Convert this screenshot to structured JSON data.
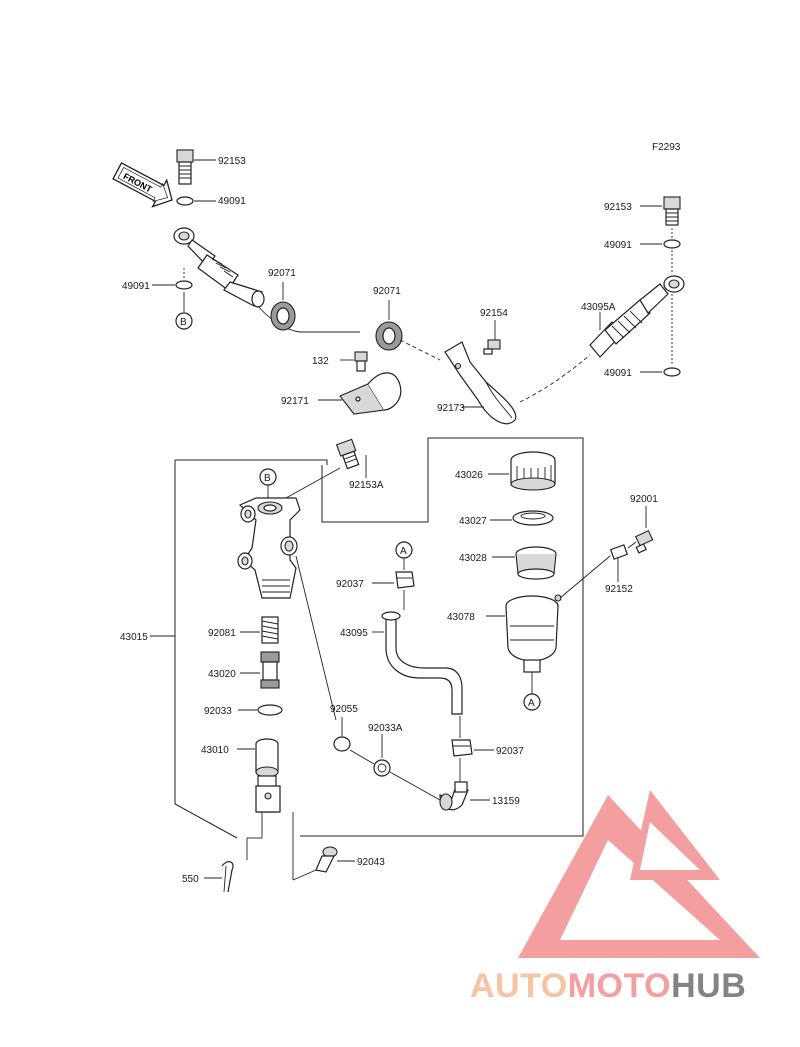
{
  "figure_code": "F2293",
  "front_label": "FRONT",
  "parts": [
    {
      "id": "p92153a",
      "label": "92153"
    },
    {
      "id": "p49091a",
      "label": "49091"
    },
    {
      "id": "p49091b",
      "label": "49091"
    },
    {
      "id": "p92071a",
      "label": "92071"
    },
    {
      "id": "p92071b",
      "label": "92071"
    },
    {
      "id": "p92154",
      "label": "92154"
    },
    {
      "id": "p43095A",
      "label": "43095A"
    },
    {
      "id": "p92153b",
      "label": "92153"
    },
    {
      "id": "p49091c",
      "label": "49091"
    },
    {
      "id": "p49091d",
      "label": "49091"
    },
    {
      "id": "p132",
      "label": "132"
    },
    {
      "id": "p92171",
      "label": "92171"
    },
    {
      "id": "p92173",
      "label": "92173"
    },
    {
      "id": "p92153A",
      "label": "92153A"
    },
    {
      "id": "p43026",
      "label": "43026"
    },
    {
      "id": "p43027",
      "label": "43027"
    },
    {
      "id": "p43028",
      "label": "43028"
    },
    {
      "id": "p92001",
      "label": "92001"
    },
    {
      "id": "p92152",
      "label": "92152"
    },
    {
      "id": "p43078",
      "label": "43078"
    },
    {
      "id": "p92037a",
      "label": "92037"
    },
    {
      "id": "p43095",
      "label": "43095"
    },
    {
      "id": "p43015",
      "label": "43015"
    },
    {
      "id": "p92081",
      "label": "92081"
    },
    {
      "id": "p43020",
      "label": "43020"
    },
    {
      "id": "p92033",
      "label": "92033"
    },
    {
      "id": "p92055",
      "label": "92055"
    },
    {
      "id": "p92033A",
      "label": "92033A"
    },
    {
      "id": "p43010",
      "label": "43010"
    },
    {
      "id": "p92037b",
      "label": "92037"
    },
    {
      "id": "p13159",
      "label": "13159"
    },
    {
      "id": "p92043",
      "label": "92043"
    },
    {
      "id": "p550",
      "label": "550"
    }
  ],
  "markers": {
    "A": "A",
    "B": "B"
  },
  "watermark": {
    "text": "AUTOMOTOHUB",
    "part1": "AUTO",
    "part2": "MOTO",
    "part3": "HUB",
    "color1": "#f4b183",
    "color2": "#f08080",
    "color3": "#5a5a5a"
  }
}
